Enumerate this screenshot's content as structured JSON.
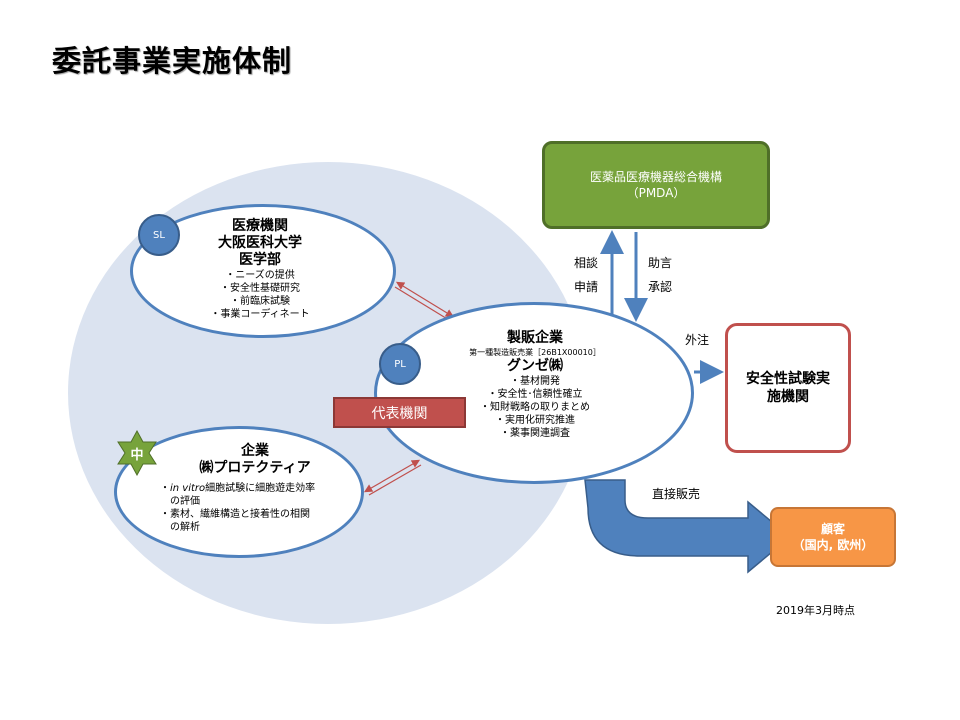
{
  "title": "委託事業実施体制",
  "medical": {
    "badge": "SL",
    "heading": [
      "医療機関",
      "大阪医科大学",
      "医学部"
    ],
    "bullets": [
      "・ニーズの提供",
      "・安全性基礎研究",
      "・前臨床試験",
      "・事業コーディネート"
    ]
  },
  "company": {
    "badge": "中",
    "heading": [
      "企業",
      "㈱プロテクティア"
    ],
    "bullets": [
      {
        "italic": "in vitro",
        "rest": "細胞試験に細胞遊走効率",
        "rest2": "の評価"
      },
      {
        "italic": "",
        "rest": "素材、繊維構造と接着性の相関",
        "rest2": "の解析"
      }
    ]
  },
  "main": {
    "badge": "PL",
    "heading": "製販企業",
    "license": "第一種製造販売業［26B1X00010］",
    "name": "グンゼ㈱",
    "bullets": [
      "・基材開発",
      "・安全性･信頼性確立",
      "・知財戦略の取りまとめ",
      "・実用化研究推進",
      "・薬事関連調査"
    ],
    "rep_label": "代表機関"
  },
  "pmda": {
    "name": "医薬品医療機器総合機構",
    "abbr": "（PMDA）"
  },
  "labels": {
    "consult": "相談",
    "apply": "申請",
    "advice": "助言",
    "approve": "承認",
    "outsource": "外注",
    "direct_sales": "直接販売",
    "date": "2019年3月時点"
  },
  "lab": [
    "安全性試験実",
    "施機関"
  ],
  "customer": {
    "name": "顧客",
    "region": "（国内, 欧州）"
  },
  "colors": {
    "blue": "#4f81bd",
    "green": "#77a33b",
    "red": "#c0504d",
    "orange": "#f79646",
    "bg": "#dbe3f0"
  }
}
